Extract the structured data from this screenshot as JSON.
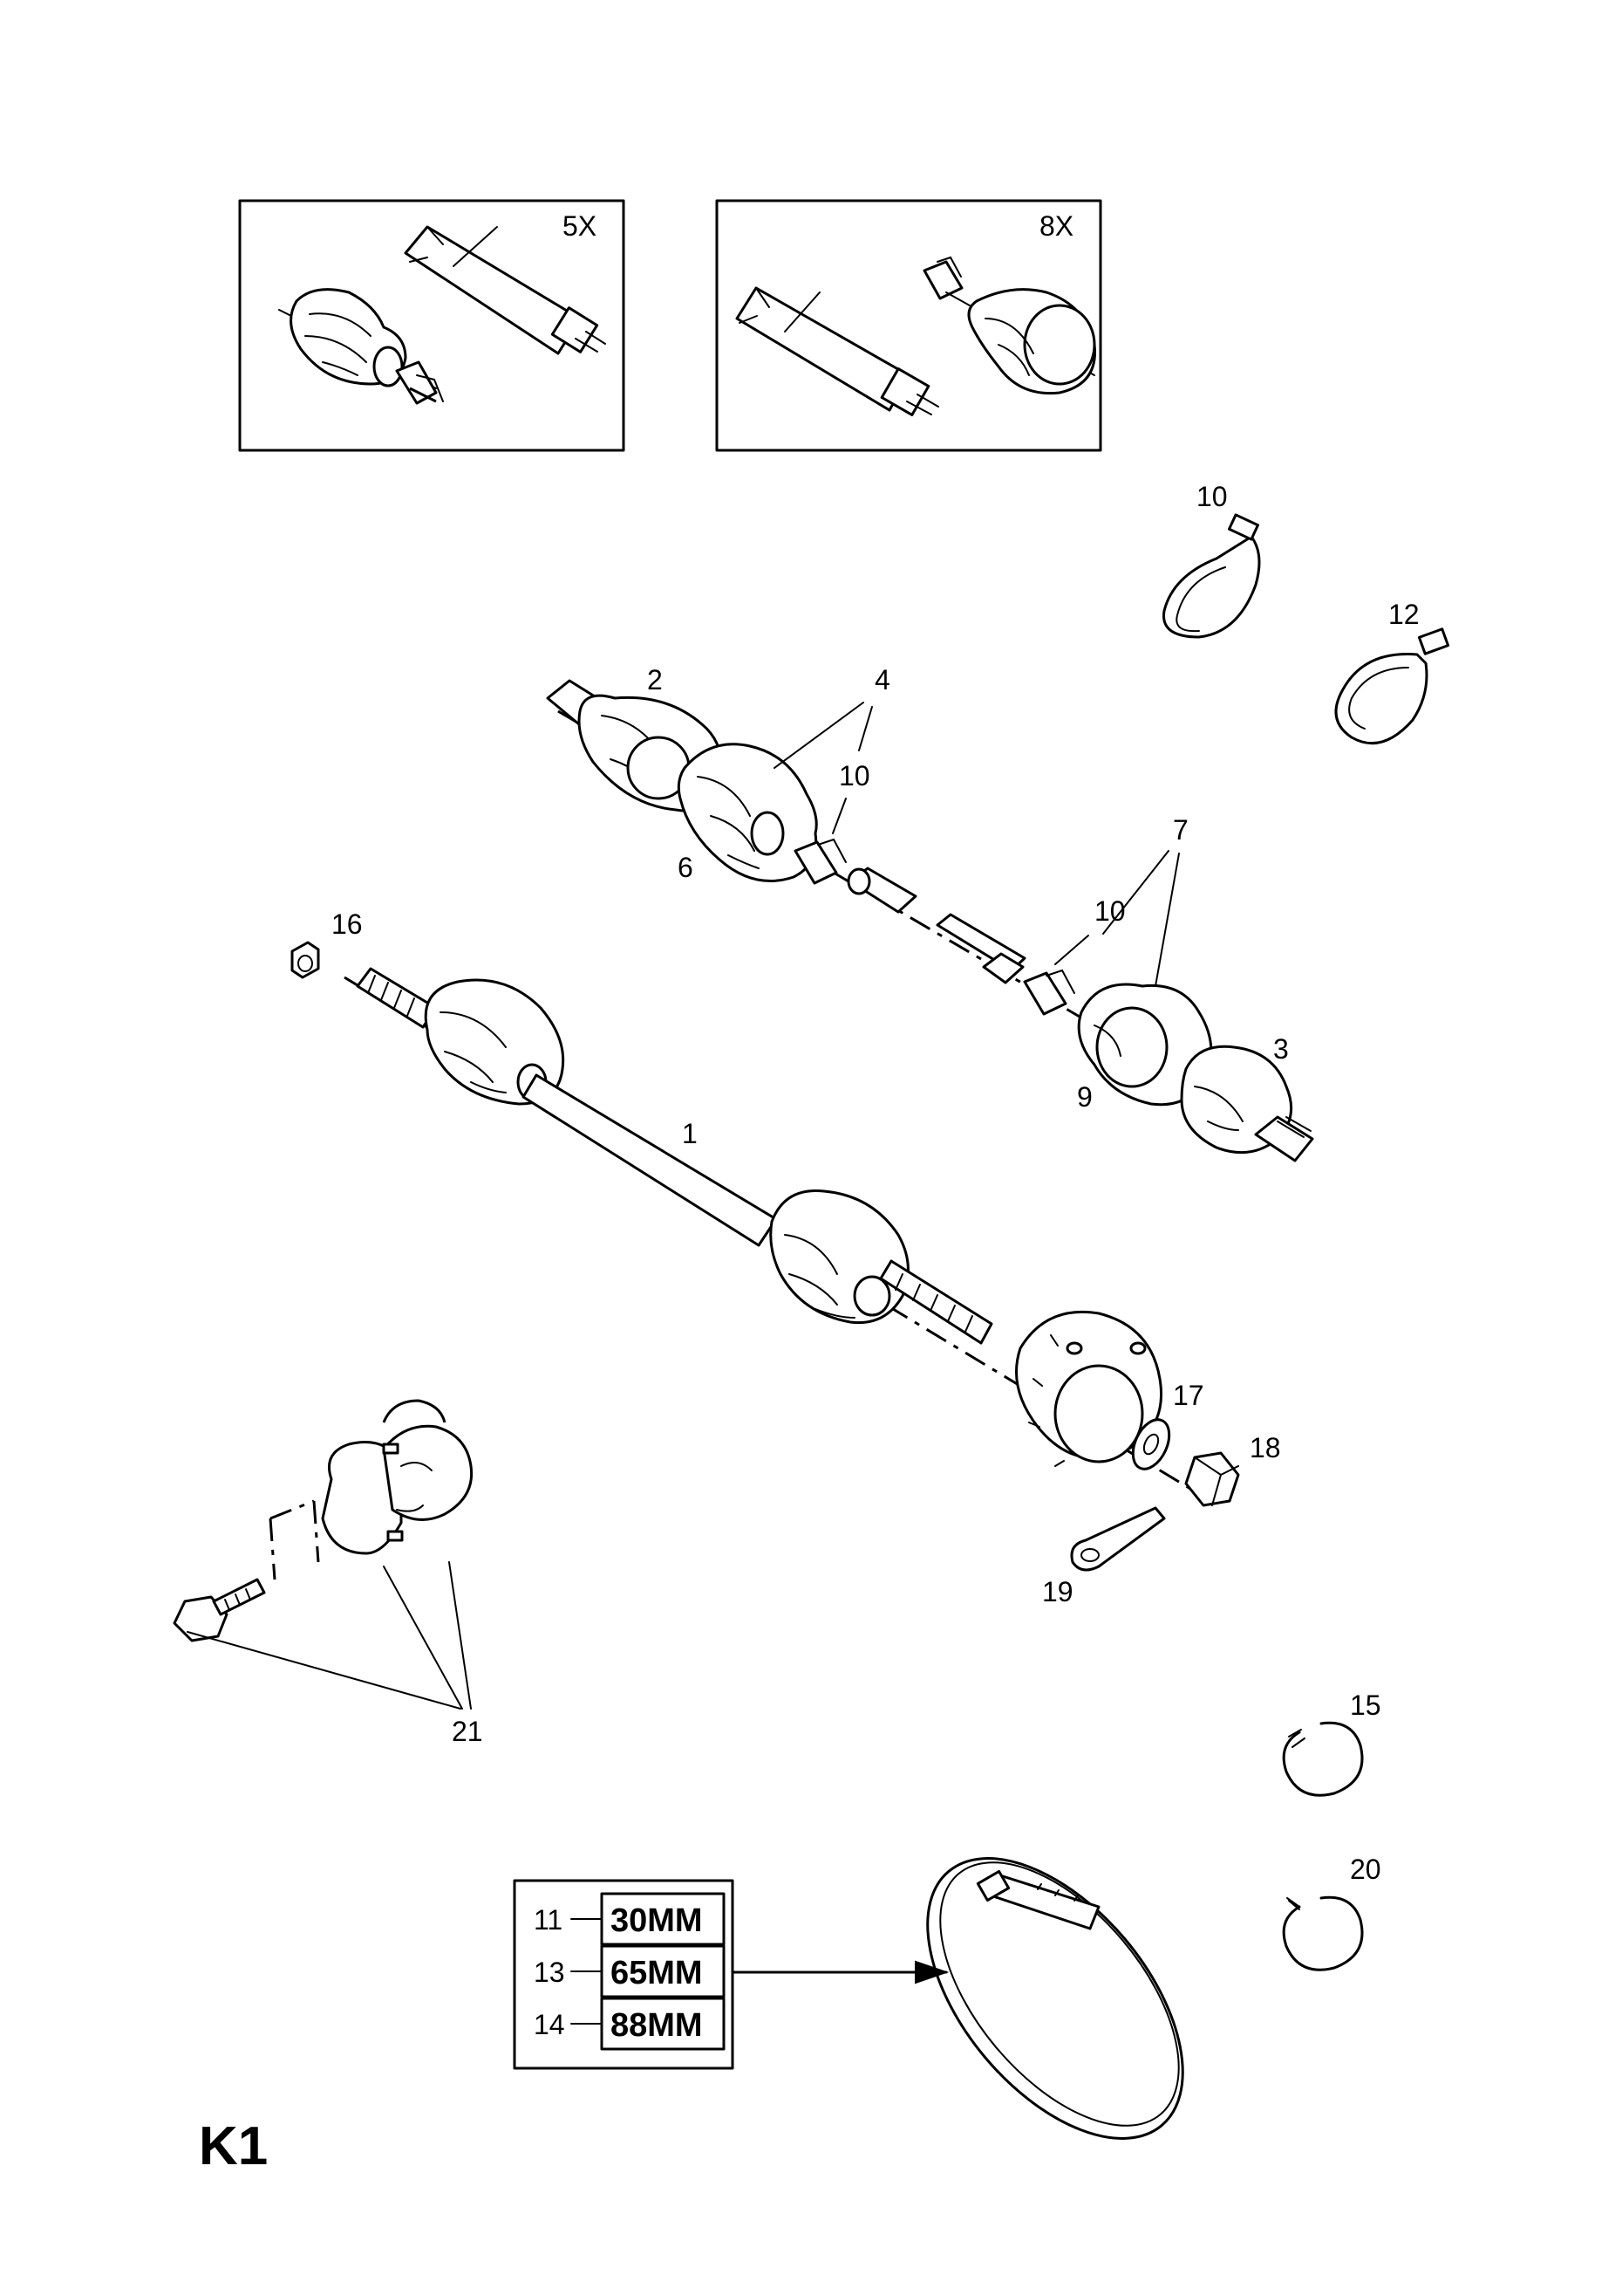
{
  "callouts": {
    "c1": "1",
    "c2": "2",
    "c3": "3",
    "c4": "4",
    "c6": "6",
    "c7": "7",
    "c9": "9",
    "c10a": "10",
    "c10b": "10",
    "c10c": "10",
    "c12": "12",
    "c15": "15",
    "c16": "16",
    "c17": "17",
    "c18": "18",
    "c19": "19",
    "c20": "20",
    "c21": "21"
  },
  "kits": {
    "inner_kit_label": "5X",
    "outer_kit_label": "8X"
  },
  "clamp_table": {
    "rows": [
      {
        "num": "11",
        "size": "30MM"
      },
      {
        "num": "13",
        "size": "65MM"
      },
      {
        "num": "14",
        "size": "88MM"
      }
    ]
  },
  "page_code": "K1"
}
